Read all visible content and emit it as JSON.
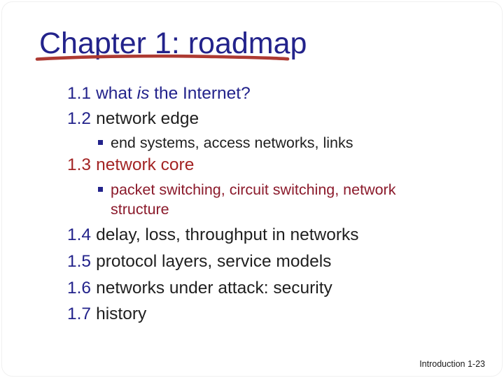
{
  "slide": {
    "title": "Chapter 1: roadmap",
    "footer": "Introduction 1-23",
    "colors": {
      "navy": "#23238b",
      "dark": "#1f1f1f",
      "red": "#a32424",
      "maroon": "#8b1a2b",
      "underline": "#ad3a32",
      "footer": "#1a1a1a"
    },
    "icons": {
      "title_underline": "hand-drawn-red-underline-stroke",
      "sub_bullet": "small-navy-square-bullet"
    }
  },
  "toc": {
    "items": [
      {
        "num": "1.1",
        "pre": "what ",
        "em": "is",
        "post": " the Internet?"
      },
      {
        "num": "1.2",
        "text": "network edge"
      },
      {
        "num": "1.3",
        "text": "network core"
      },
      {
        "num": "1.4",
        "text": "delay, loss, throughput in networks"
      },
      {
        "num": "1.5",
        "text": "protocol layers, service models"
      },
      {
        "num": "1.6",
        "text": "networks under attack: security"
      },
      {
        "num": "1.7",
        "text": "history"
      }
    ],
    "sub_bullets": [
      {
        "text": "end systems, access networks, links"
      },
      {
        "line1": "packet switching, circuit switching, network",
        "line2": "structure"
      }
    ]
  }
}
